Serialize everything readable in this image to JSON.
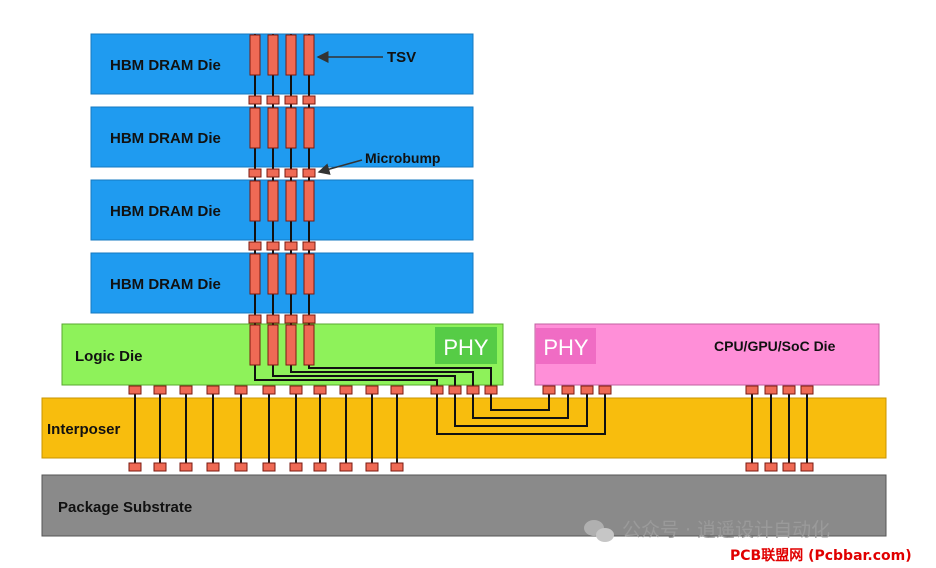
{
  "hbm_die_label": "HBM DRAM Die",
  "tsv_label": "TSV",
  "microbump_label": "Microbump",
  "logic_die_label": "Logic Die",
  "phy_label": "PHY",
  "soc_die_label": "CPU/GPU/SoC Die",
  "interposer_label": "Interposer",
  "substrate_label": "Package Substrate",
  "watermark": "公众号 · 逍遥设计自动化",
  "credit": "PCB联盟网 (Pcbbar.com)",
  "colors": {
    "hbm": "#1f9bf0",
    "logic": "#8ef25a",
    "phy": "#56cc46",
    "soc": "#ff8fd8",
    "soc_phy": "#f06cc4",
    "interposer": "#f8bd0d",
    "substrate": "#8a8a8a",
    "tsv": "#ef6a55",
    "bump": "#ef6a55",
    "wire": "#111111"
  }
}
